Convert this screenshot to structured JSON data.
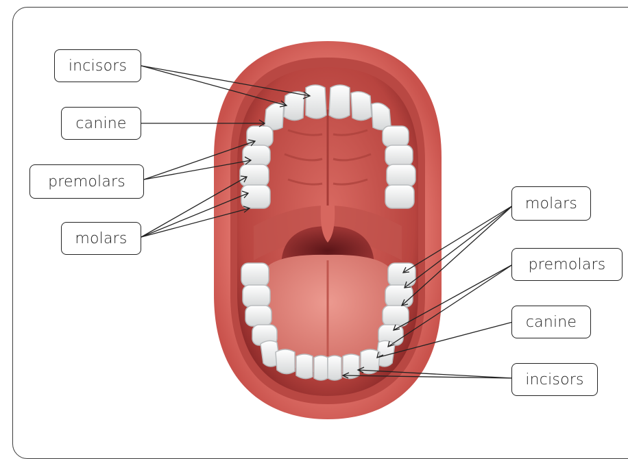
{
  "labels": {
    "upper_incisors": "incisors",
    "upper_canine": "canine",
    "upper_premolars": "premolars",
    "upper_molars": "molars",
    "lower_molars": "molars",
    "lower_premolars": "premolars",
    "lower_canine": "canine",
    "lower_incisors": "incisors"
  },
  "colors": {
    "lip": "#d9605a",
    "lip_dark": "#b83c3a",
    "mouth_interior": "#c8554e",
    "throat": "#7a1f22",
    "tongue": "#e2837a",
    "tooth": "#f4f4f2",
    "tooth_shadow": "#c9cbcc",
    "leader_line": "#222222"
  }
}
